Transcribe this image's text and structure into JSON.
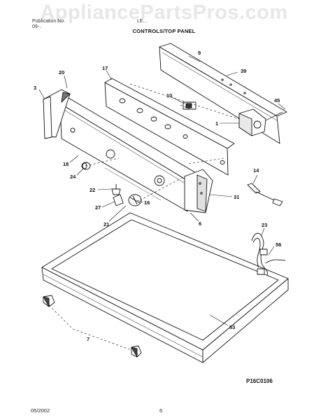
{
  "watermark": "AppliancePartsPros.com",
  "header": {
    "line1_left": "Publication No.",
    "line1_right": "LE...",
    "line2_left": "09-..",
    "section_title": "CONTROLS/TOP PANEL"
  },
  "callouts": {
    "c9": "9",
    "c39": "39",
    "c17": "17",
    "c20": "20",
    "c3": "3",
    "c10": "10",
    "c45": "45",
    "c1": "1",
    "c18": "18",
    "c24": "24",
    "c14": "14",
    "c22": "22",
    "c31": "31",
    "c27": "27",
    "c16": "16",
    "c21": "21",
    "c6": "6",
    "c23": "23",
    "c56": "56",
    "c53": "53",
    "c7": "7"
  },
  "figure_code": "P16C0106",
  "footer": {
    "date": "05/2002",
    "page": "6"
  }
}
